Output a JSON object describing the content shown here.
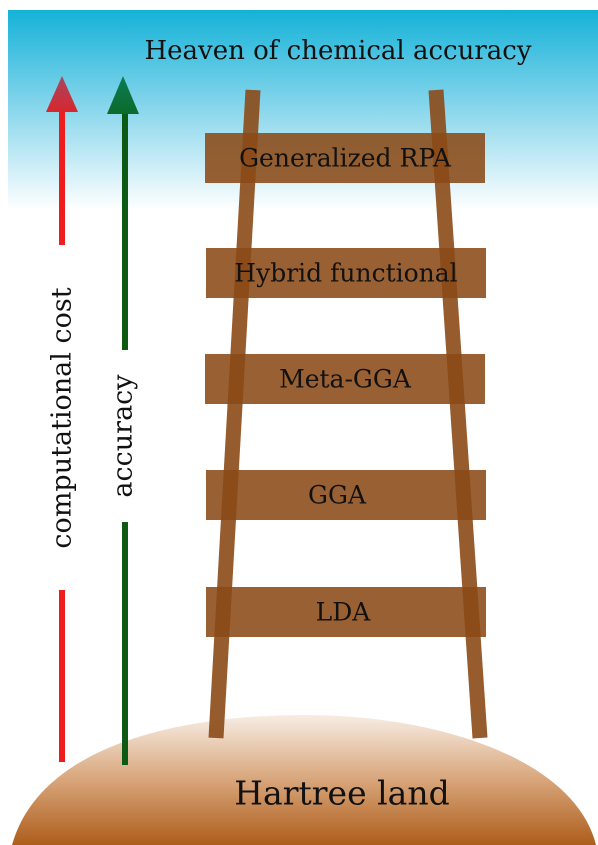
{
  "title": "Heaven of chemical accuracy",
  "ground_label": "Hartree land",
  "rungs": [
    {
      "label": "Generalized RPA"
    },
    {
      "label": "Hybrid functional"
    },
    {
      "label": "Meta-GGA"
    },
    {
      "label": "GGA"
    },
    {
      "label": "LDA"
    }
  ],
  "arrows": {
    "cost": {
      "label": "computational cost",
      "color": "#ee1c1c",
      "head_color": "#a5485f"
    },
    "accuracy": {
      "label": "accuracy",
      "color": "#0c5a14",
      "head_color": "#0e7a55"
    }
  },
  "colors": {
    "sky": "#15b3d8",
    "ladder": "#8b4a17",
    "ground_top": "#f6ebe1",
    "ground_bottom": "#b0601d"
  }
}
